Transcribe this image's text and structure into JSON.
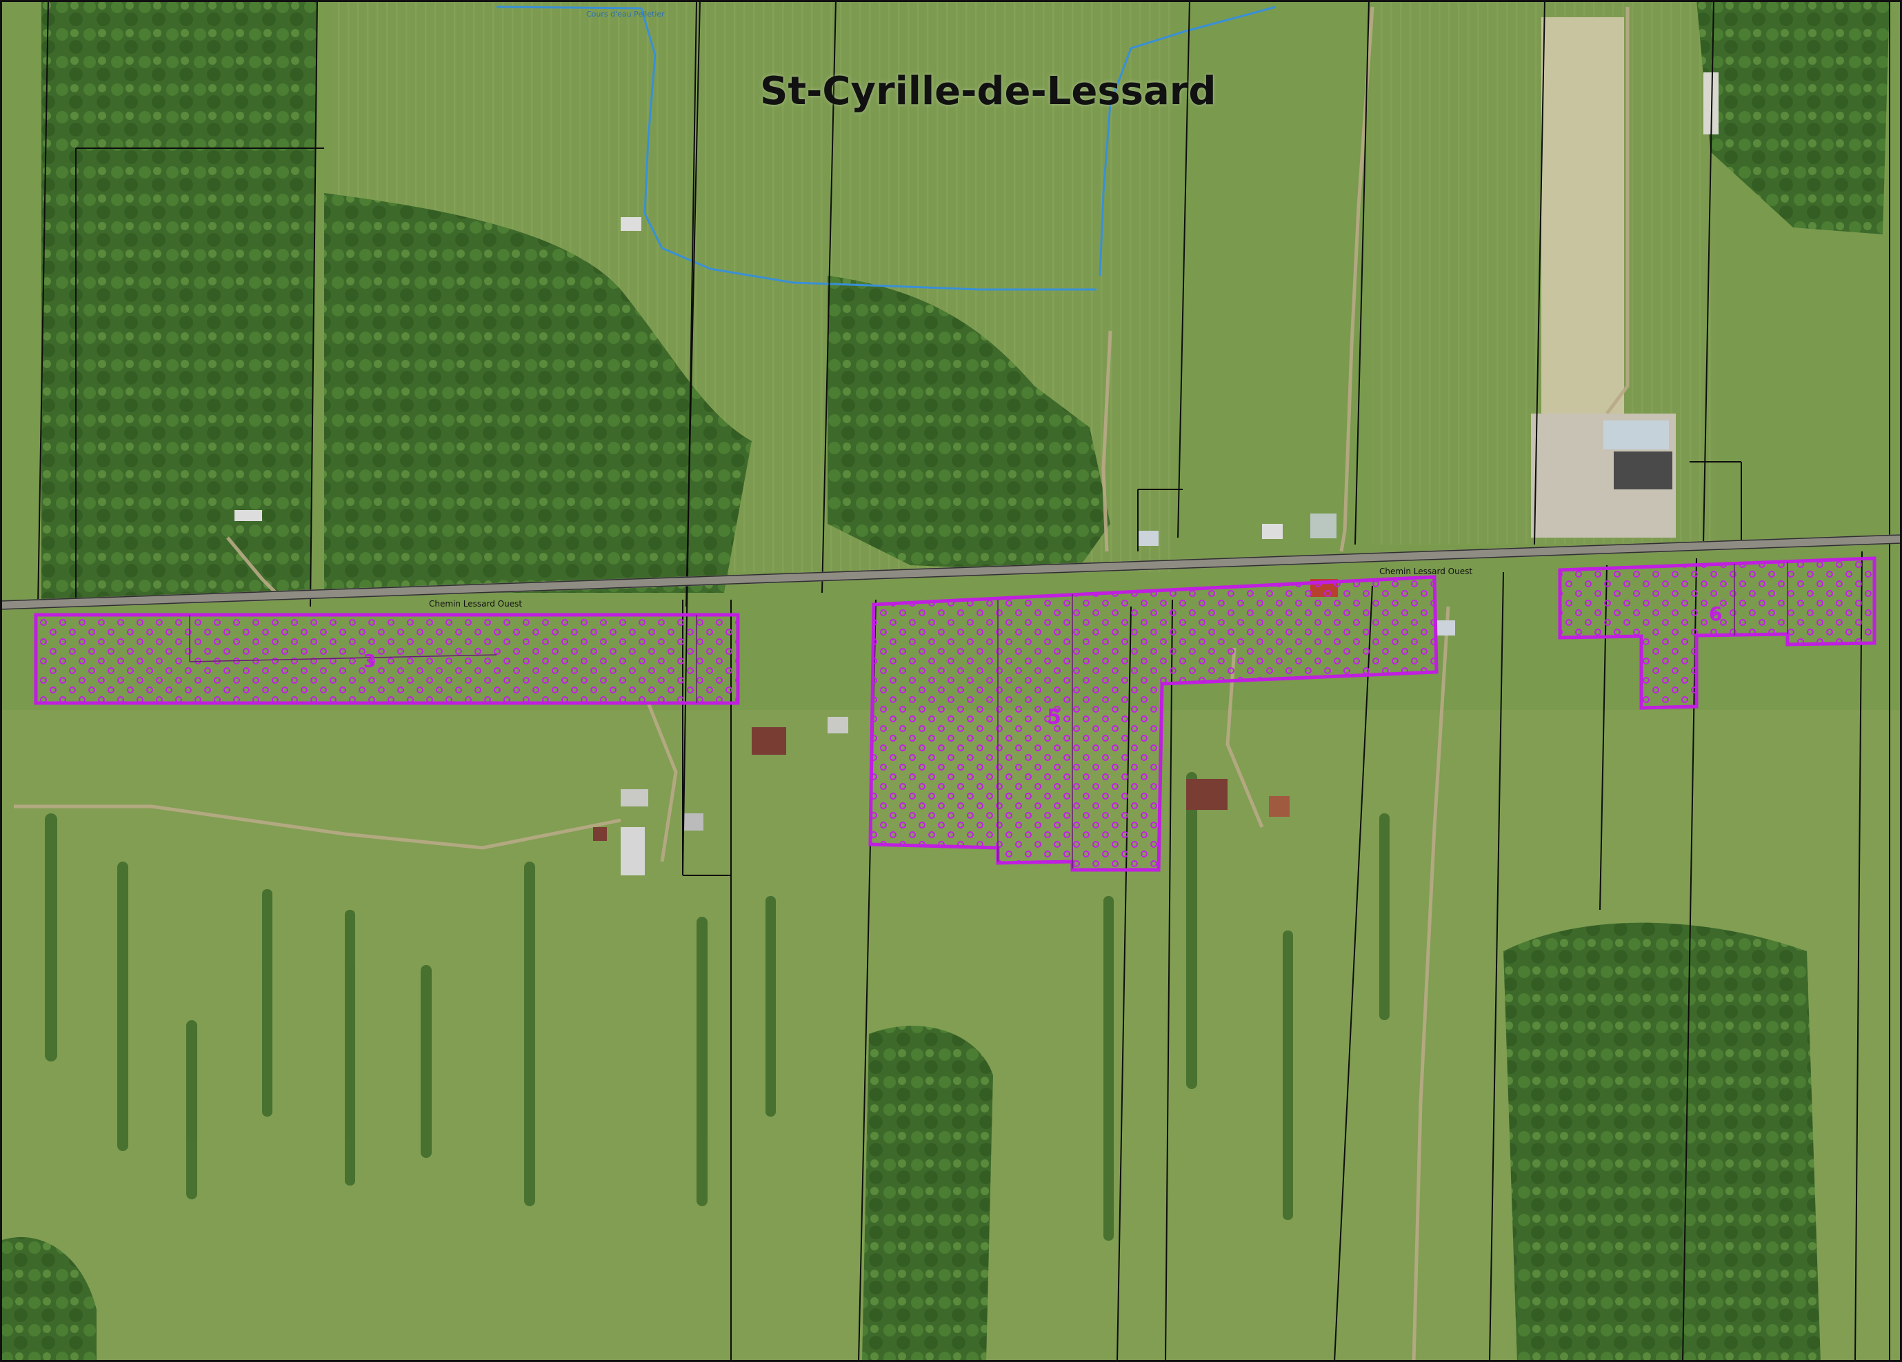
{
  "map": {
    "title": "St-Cyrille-de-Lessard",
    "road_name": "Chemin Lessard Ouest",
    "stream_name": "Cours d'eau Pelletier",
    "zones": [
      {
        "label": "3"
      },
      {
        "label": "5"
      },
      {
        "label": "6"
      }
    ]
  },
  "colors": {
    "zone_outline": "#c01ee0",
    "zone_fill": "#b42ddc",
    "stream": "#3a8fd6",
    "road": "#8f8c84",
    "parcel_line": "#0d0d0d",
    "field": "#7a9a4e",
    "forest": "#3f6a2a"
  }
}
